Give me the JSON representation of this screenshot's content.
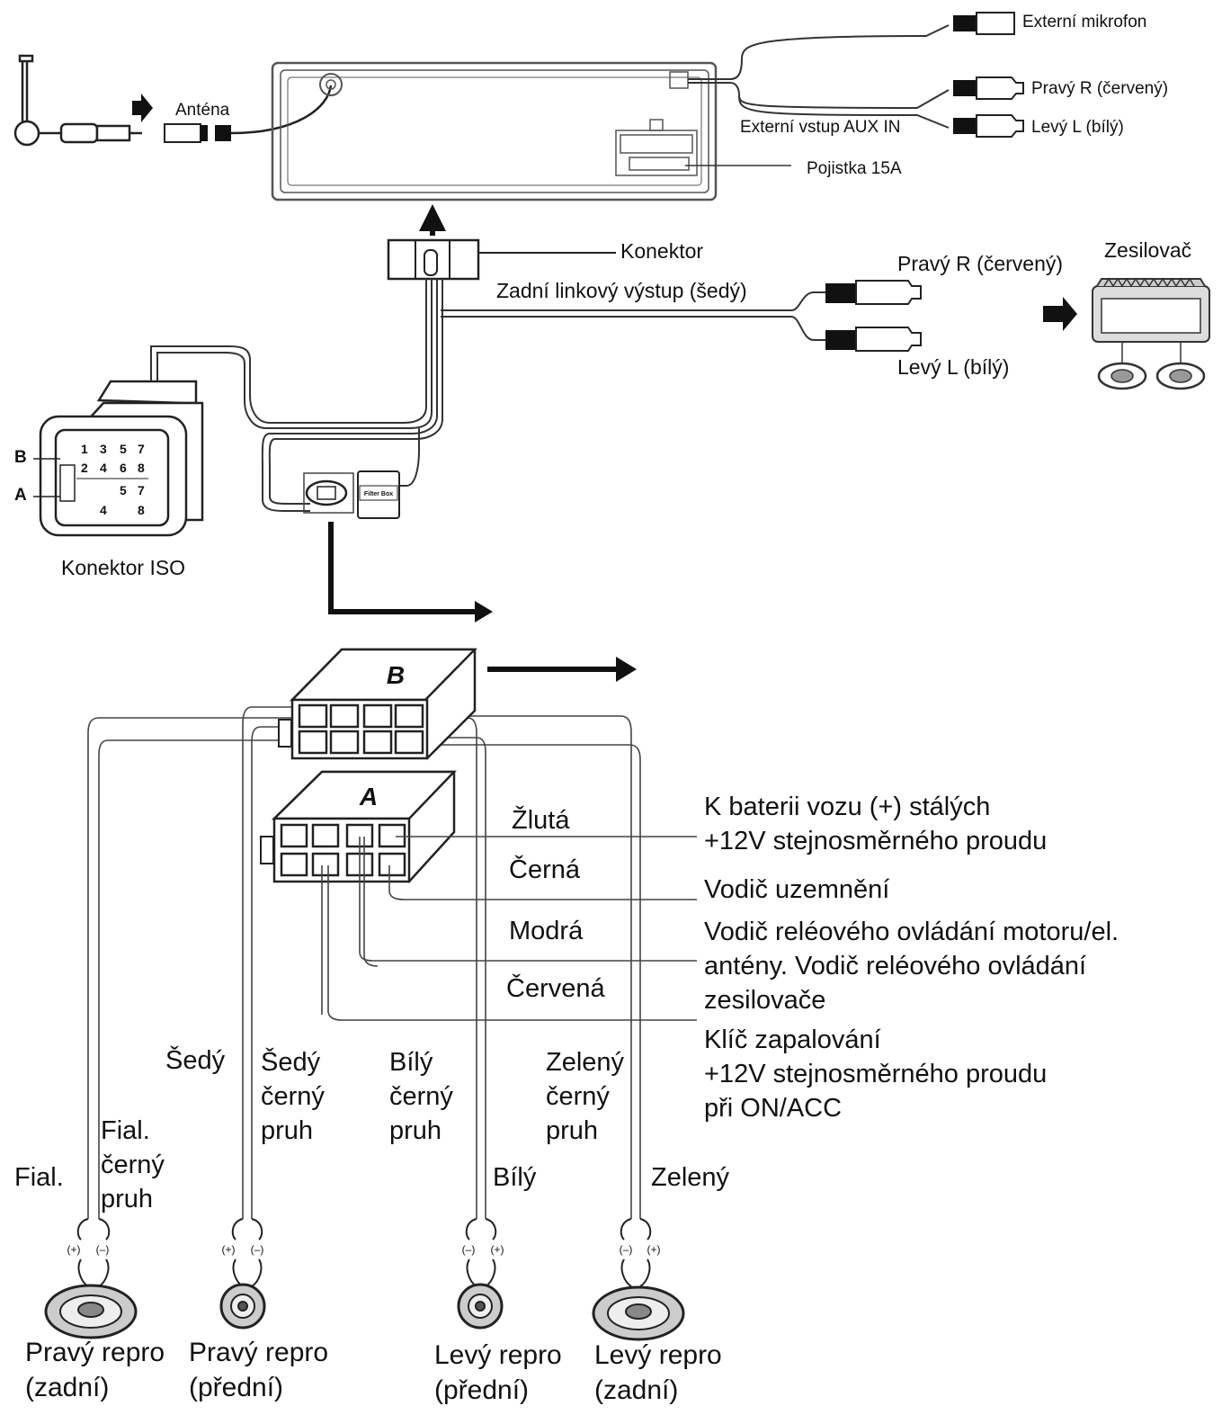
{
  "top": {
    "antenna": "Anténa",
    "mic": "Externí mikrofon",
    "aux_right": "Pravý R (červený)",
    "aux_in": "Externí vstup AUX IN",
    "aux_left": "Levý L (bílý)",
    "fuse": "Pojistka 15A",
    "connector": "Konektor",
    "rear_line_out": "Zadní linkový výstup (šedý)",
    "rear_right": "Pravý R (červený)",
    "rear_left": "Levý L (bílý)",
    "amplifier": "Zesilovač",
    "iso_connector": "Konektor ISO",
    "iso_b": "B",
    "iso_a": "A",
    "filter_box": "Filter Box"
  },
  "iso_pins": {
    "b_top": [
      "1",
      "3",
      "5",
      "7"
    ],
    "b_bottom": [
      "2",
      "4",
      "6",
      "8"
    ],
    "a_top": [
      "5",
      "7"
    ],
    "a_bottom": [
      "4",
      "8"
    ]
  },
  "connectors": {
    "b_label": "B",
    "a_label": "A"
  },
  "wires": {
    "yellow": "Žlutá",
    "black": "Černá",
    "blue": "Modrá",
    "red": "Červená"
  },
  "descriptions": {
    "battery_1": "K baterii vozu (+) stálých",
    "battery_2": "+12V stejnosměrného proudu",
    "ground": "Vodič uzemnění",
    "relay_1": "Vodič reléového ovládání motoru/el.",
    "relay_2": "antény. Vodič reléového ovládání",
    "relay_3": "zesilovače",
    "ignition_1": "Klíč zapalování",
    "ignition_2": "+12V stejnosměrného proudu",
    "ignition_3": "při ON/ACC"
  },
  "speaker_wires": {
    "fial": "Fial.",
    "fial_stripe": [
      "Fial.",
      "černý",
      "pruh"
    ],
    "sedy": "Šedý",
    "sedy_stripe": [
      "Šedý",
      "černý",
      "pruh"
    ],
    "bily_stripe": [
      "Bílý",
      "černý",
      "pruh"
    ],
    "zeleny_stripe": [
      "Zelený",
      "černý",
      "pruh"
    ],
    "bily": "Bílý",
    "zeleny": "Zelený"
  },
  "polarity": {
    "plus": "(+)",
    "minus": "(–)"
  },
  "speakers": {
    "right_rear": [
      "Pravý repro",
      "(zadní)"
    ],
    "right_front": [
      "Pravý repro",
      "(přední)"
    ],
    "left_front": [
      "Levý repro",
      "(přední)"
    ],
    "left_rear": [
      "Levý repro",
      "(zadní)"
    ]
  }
}
